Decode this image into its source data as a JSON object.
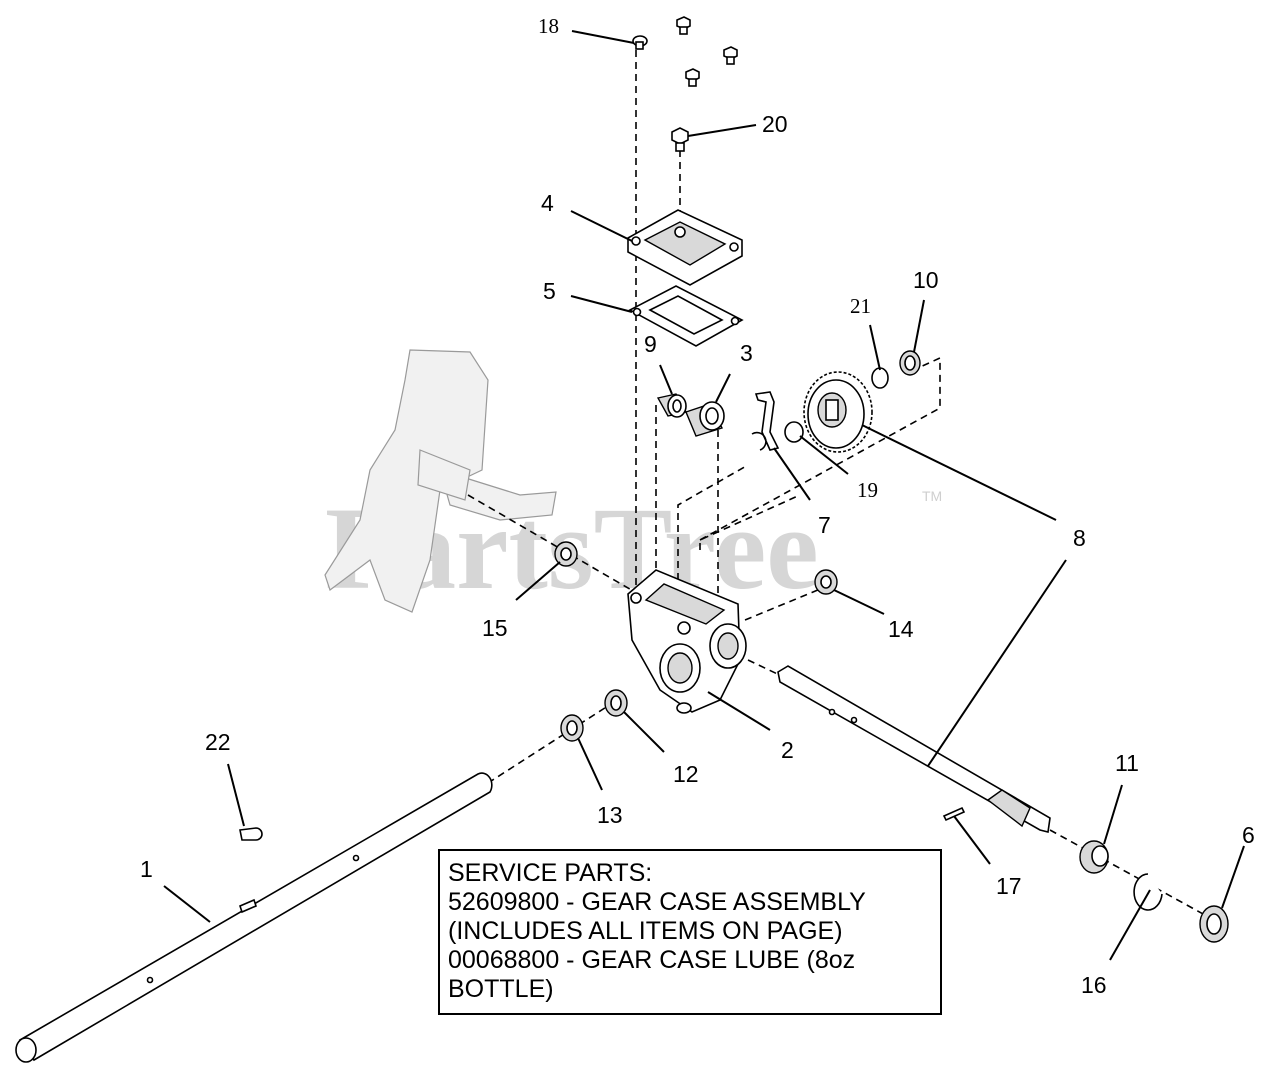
{
  "watermark": {
    "text": "PartsTree",
    "tm": "TM"
  },
  "callouts": [
    {
      "id": "c18",
      "label": "18"
    },
    {
      "id": "c20",
      "label": "20"
    },
    {
      "id": "c4",
      "label": "4"
    },
    {
      "id": "c5",
      "label": "5"
    },
    {
      "id": "c21",
      "label": "21"
    },
    {
      "id": "c10",
      "label": "10"
    },
    {
      "id": "c9",
      "label": "9"
    },
    {
      "id": "c3",
      "label": "3"
    },
    {
      "id": "c19",
      "label": "19"
    },
    {
      "id": "c7",
      "label": "7"
    },
    {
      "id": "c8",
      "label": "8"
    },
    {
      "id": "c15",
      "label": "15"
    },
    {
      "id": "c14",
      "label": "14"
    },
    {
      "id": "c2",
      "label": "2"
    },
    {
      "id": "c12",
      "label": "12"
    },
    {
      "id": "c13",
      "label": "13"
    },
    {
      "id": "c22",
      "label": "22"
    },
    {
      "id": "c11",
      "label": "11"
    },
    {
      "id": "c6",
      "label": "6"
    },
    {
      "id": "c17",
      "label": "17"
    },
    {
      "id": "c1",
      "label": "1"
    },
    {
      "id": "c16",
      "label": "16"
    }
  ],
  "service_parts": {
    "lines": [
      "SERVICE PARTS:",
      "52609800 - GEAR CASE ASSEMBLY",
      "(INCLUDES ALL ITEMS ON PAGE)",
      "00068800 - GEAR CASE LUBE (8oz",
      "BOTTLE)"
    ]
  }
}
